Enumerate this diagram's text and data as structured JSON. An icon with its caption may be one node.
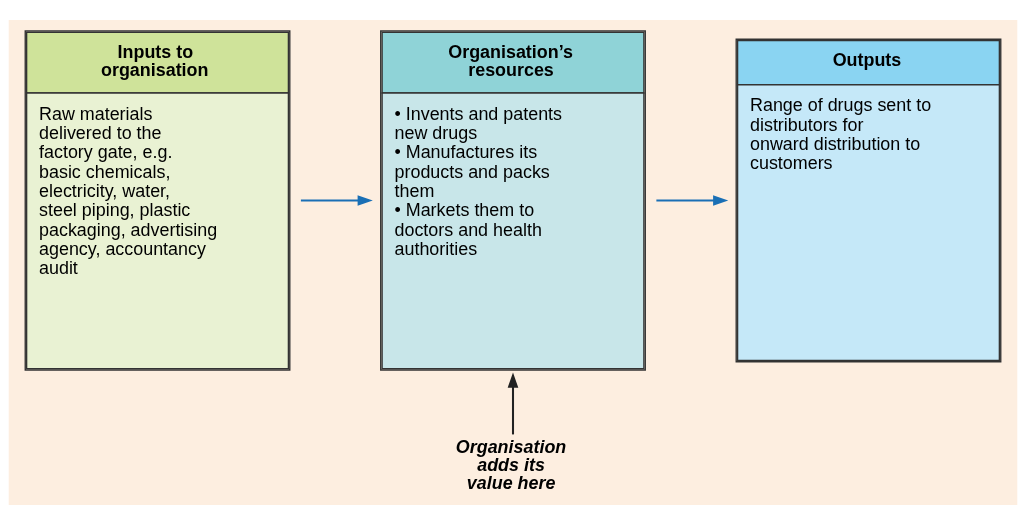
{
  "diagram": {
    "nodes": [
      {
        "text": [
          "Inputs to organisation",
          "Raw materials delivered to the factory gate, e.g. basic chemicals, electricity, water, steel piping, plastic packaging, advertising agency, accountancy audit"
        ]
      },
      {
        "text": [
          "Organisation’s resources",
          "• Invents and patents new drugs",
          "• Manufactures its products and packs them",
          "• Markets them to doctors and health authorities"
        ]
      },
      {
        "text": [
          "Outputs",
          "Range of drugs sent to distributors for onward distribution to customers"
        ]
      },
      {
        "text": [
          "Organisation adds its value here"
        ]
      }
    ],
    "edges": [
      {
        "from": 0,
        "to": 1,
        "arrow": "to"
      },
      {
        "from": 1,
        "to": 2,
        "arrow": "to"
      },
      {
        "from": 3,
        "to": 1,
        "arrow": "to",
        "color": "#222222"
      }
    ]
  }
}
